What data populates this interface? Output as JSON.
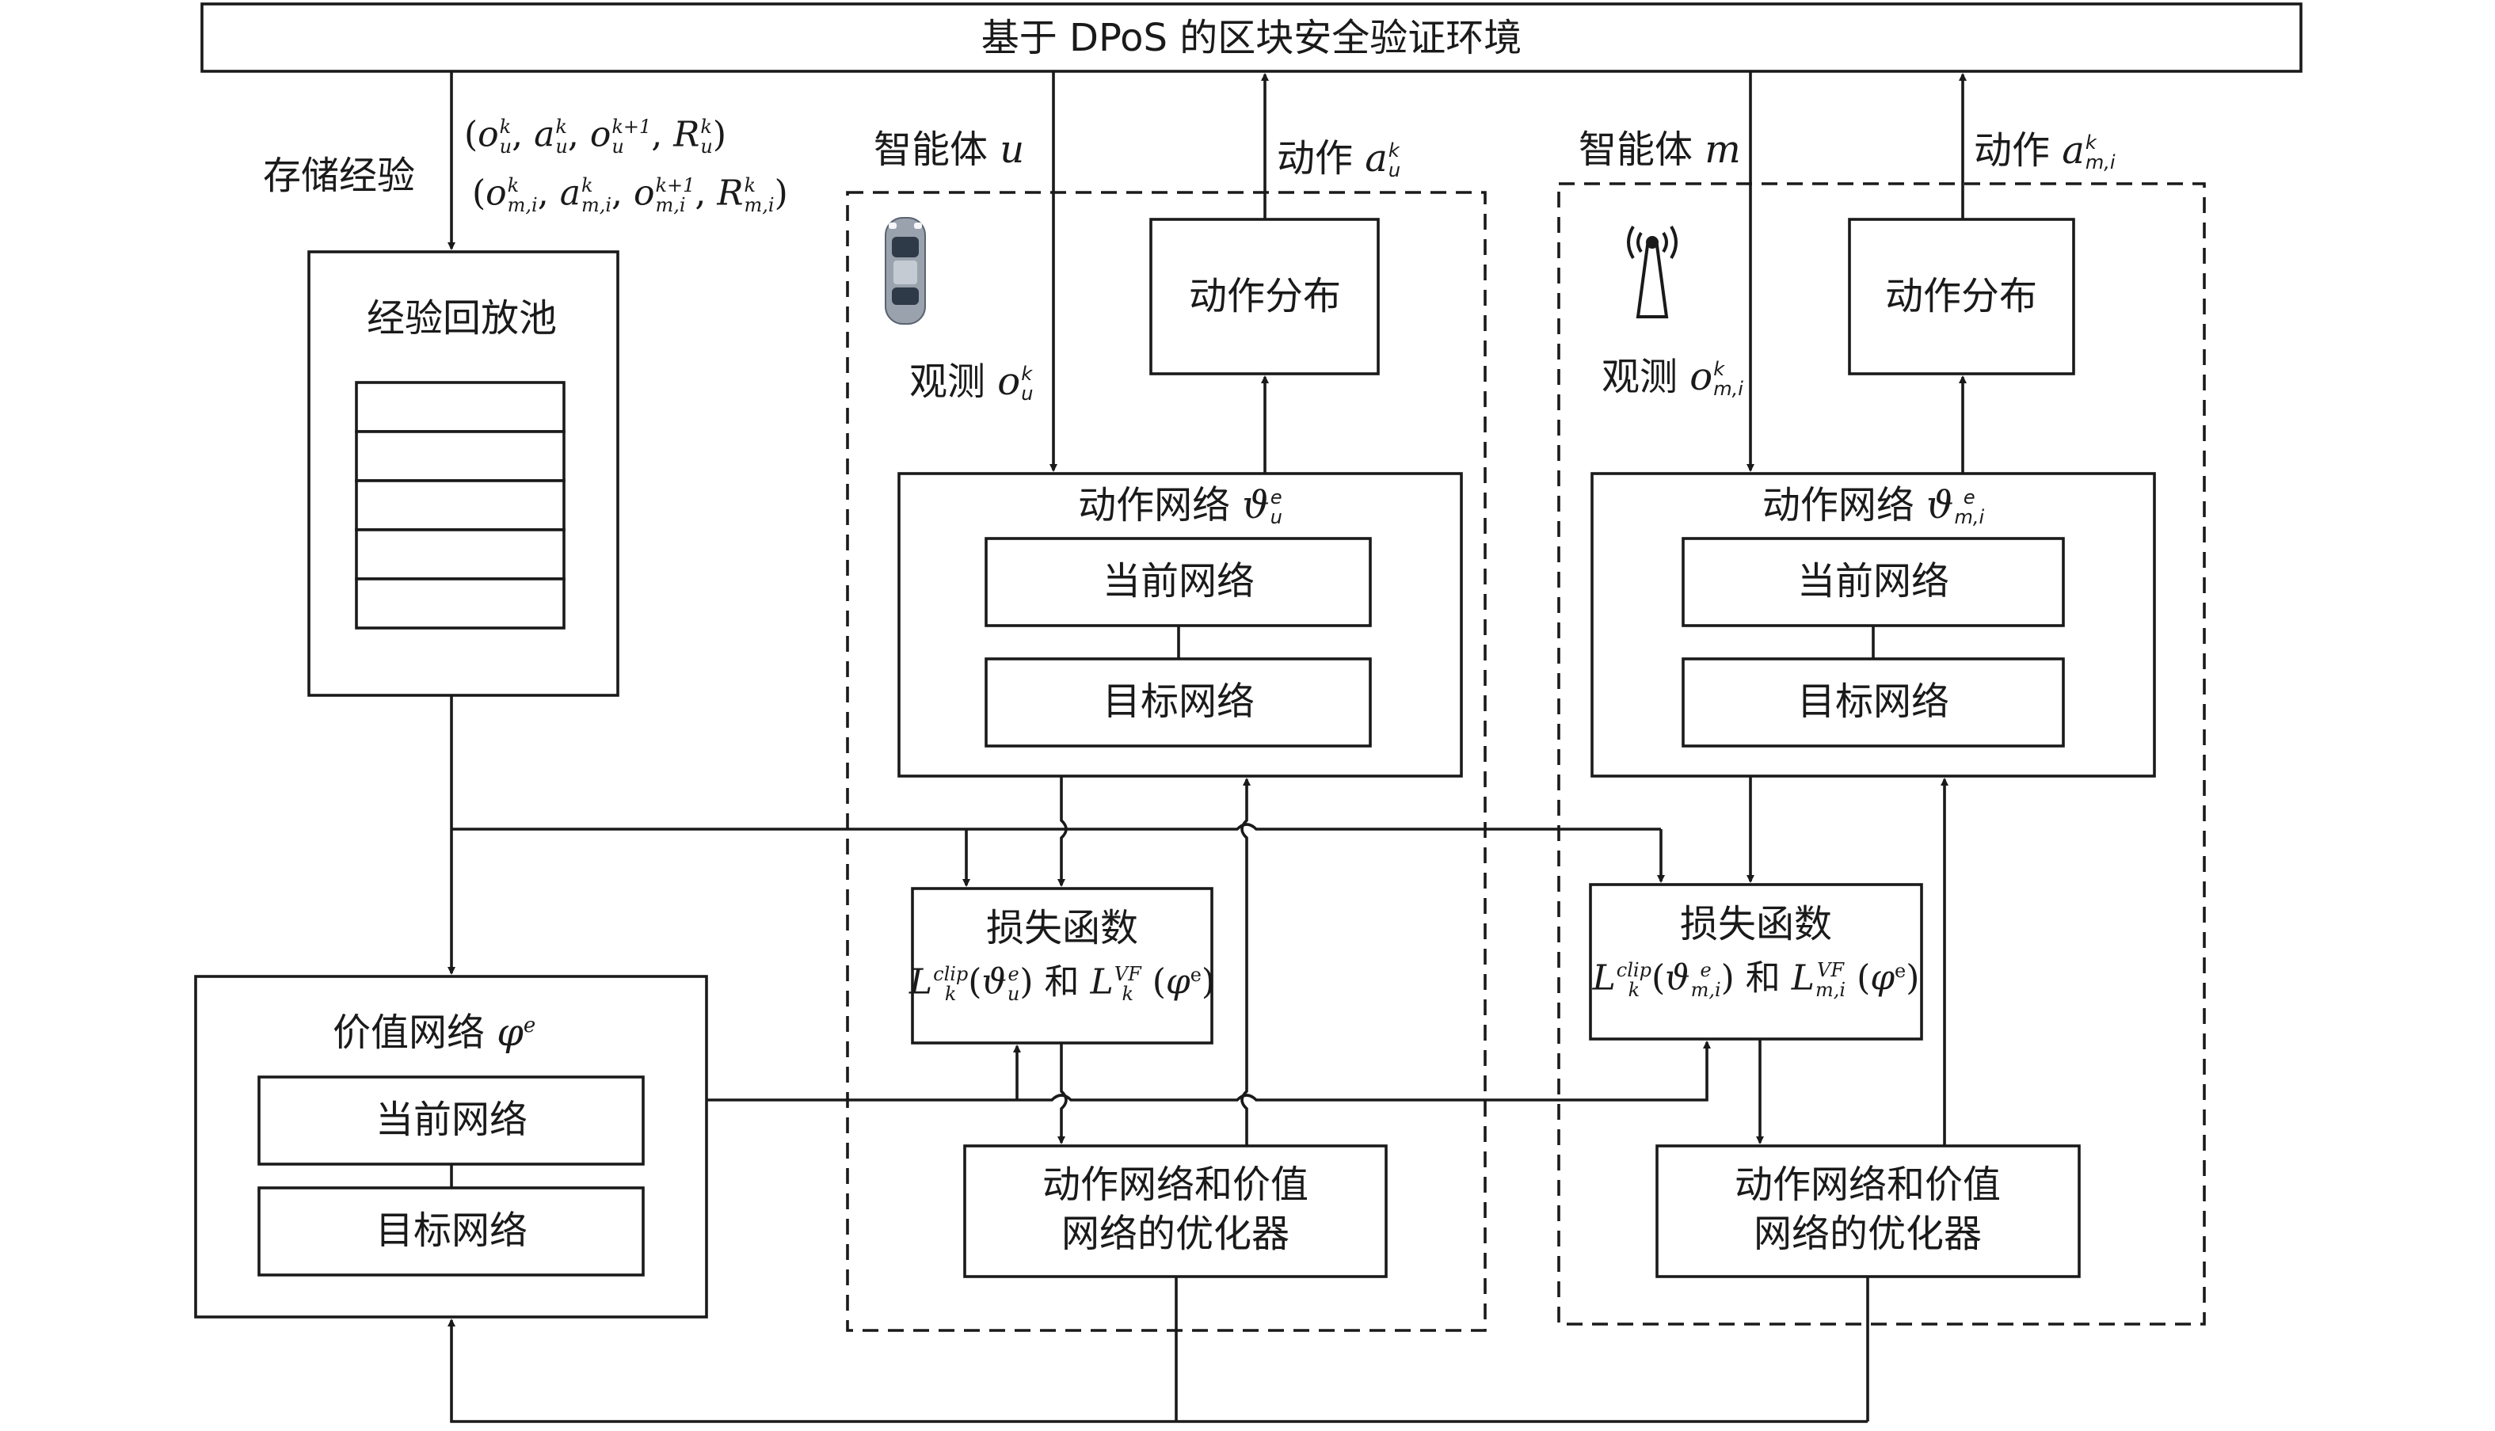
{
  "env": {
    "title": "基于 DPoS 的区块安全验证环境"
  },
  "storage": {
    "label": "存储经验",
    "tuple_u": "(o_u^k, a_u^k, o_u^{k+1}, R_u^k)",
    "tuple_m": "(o_{m,i}^k, a_{m,i}^k, o_{m,i}^{k+1}, R_{m,i}^k)"
  },
  "replay": {
    "title": "经验回放池",
    "slots": 5
  },
  "value_net": {
    "title": "价值网络",
    "symbol": "φ",
    "sup": "e",
    "current": "当前网络",
    "target": "目标网络"
  },
  "agent_u": {
    "title": "智能体",
    "var": "u",
    "icon": "car-icon",
    "action_label": "动作",
    "action_var": "a",
    "action_sub": "u",
    "action_sup": "k",
    "dist": "动作分布",
    "obs_label": "观测",
    "obs_var": "o",
    "obs_sub": "u",
    "obs_sup": "k",
    "actor_title": "动作网络",
    "actor_sym": "ϑ",
    "actor_sub": "u",
    "actor_sup": "e",
    "current": "当前网络",
    "target": "目标网络",
    "loss_title": "损失函数",
    "loss_and": "和",
    "loss_clip_arg_sub": "u",
    "loss_vf_sub": "k",
    "opt_line1": "动作网络和价值",
    "opt_line2": "网络的优化器"
  },
  "agent_m": {
    "title": "智能体",
    "var": "m",
    "icon": "antenna-tower-icon",
    "action_label": "动作",
    "action_var": "a",
    "action_sub": "m,i",
    "action_sup": "k",
    "dist": "动作分布",
    "obs_label": "观测",
    "obs_var": "o",
    "obs_sub": "m,i",
    "obs_sup": "k",
    "actor_title": "动作网络",
    "actor_sym": "ϑ",
    "actor_sub": "m,i",
    "actor_sup": "e",
    "current": "当前网络",
    "target": "目标网络",
    "loss_title": "损失函数",
    "loss_and": "和",
    "loss_clip_arg_sub": "m,i",
    "loss_vf_sub": "m,i",
    "opt_line1": "动作网络和价值",
    "opt_line2": "网络的优化器"
  },
  "math": {
    "L": "L",
    "k": "k",
    "clip": "clip",
    "VF": "VF",
    "phi": "φ",
    "e": "e"
  },
  "colors": {
    "line": "#1a1a1a",
    "background": "#ffffff"
  }
}
